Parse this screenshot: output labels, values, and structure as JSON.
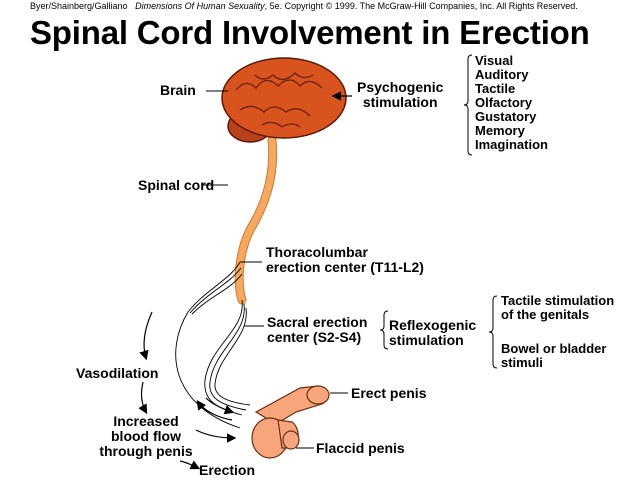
{
  "header": {
    "authors": "Byer/Shainberg/Galliano",
    "book": "Dimensions Of Human Sexuality",
    "copyright": ", 5e. Copyright © 1999. The McGraw-Hill Companies, Inc. All Rights Reserved."
  },
  "title": "Spinal Cord Involvement in Erection",
  "labels": {
    "brain": "Brain",
    "psychogenic_1": "Psychogenic",
    "psychogenic_2": "stimulation",
    "spinal_cord": "Spinal cord",
    "thoracolumbar_1": "Thoracolumbar",
    "thoracolumbar_2": "erection center (T11-L2)",
    "sacral_1": "Sacral erection",
    "sacral_2": "center (S2-S4)",
    "reflexogenic_1": "Reflexogenic",
    "reflexogenic_2": "stimulation",
    "tactile_1": "Tactile stimulation",
    "tactile_2": "of the genitals",
    "bowel_1": "Bowel or bladder",
    "bowel_2": "stimuli",
    "vasodilation": "Vasodilation",
    "blood_1": "Increased",
    "blood_2": "blood flow",
    "blood_3": "through penis",
    "erection": "Erection",
    "erect_penis": "Erect penis",
    "flaccid_penis": "Flaccid penis"
  },
  "psychogenic_sources": [
    "Visual",
    "Auditory",
    "Tactile",
    "Olfactory",
    "Gustatory",
    "Memory",
    "Imagination"
  ],
  "colors": {
    "brain": "#d9531e",
    "cord": "#f5a860",
    "skin": "#f7a57c"
  }
}
